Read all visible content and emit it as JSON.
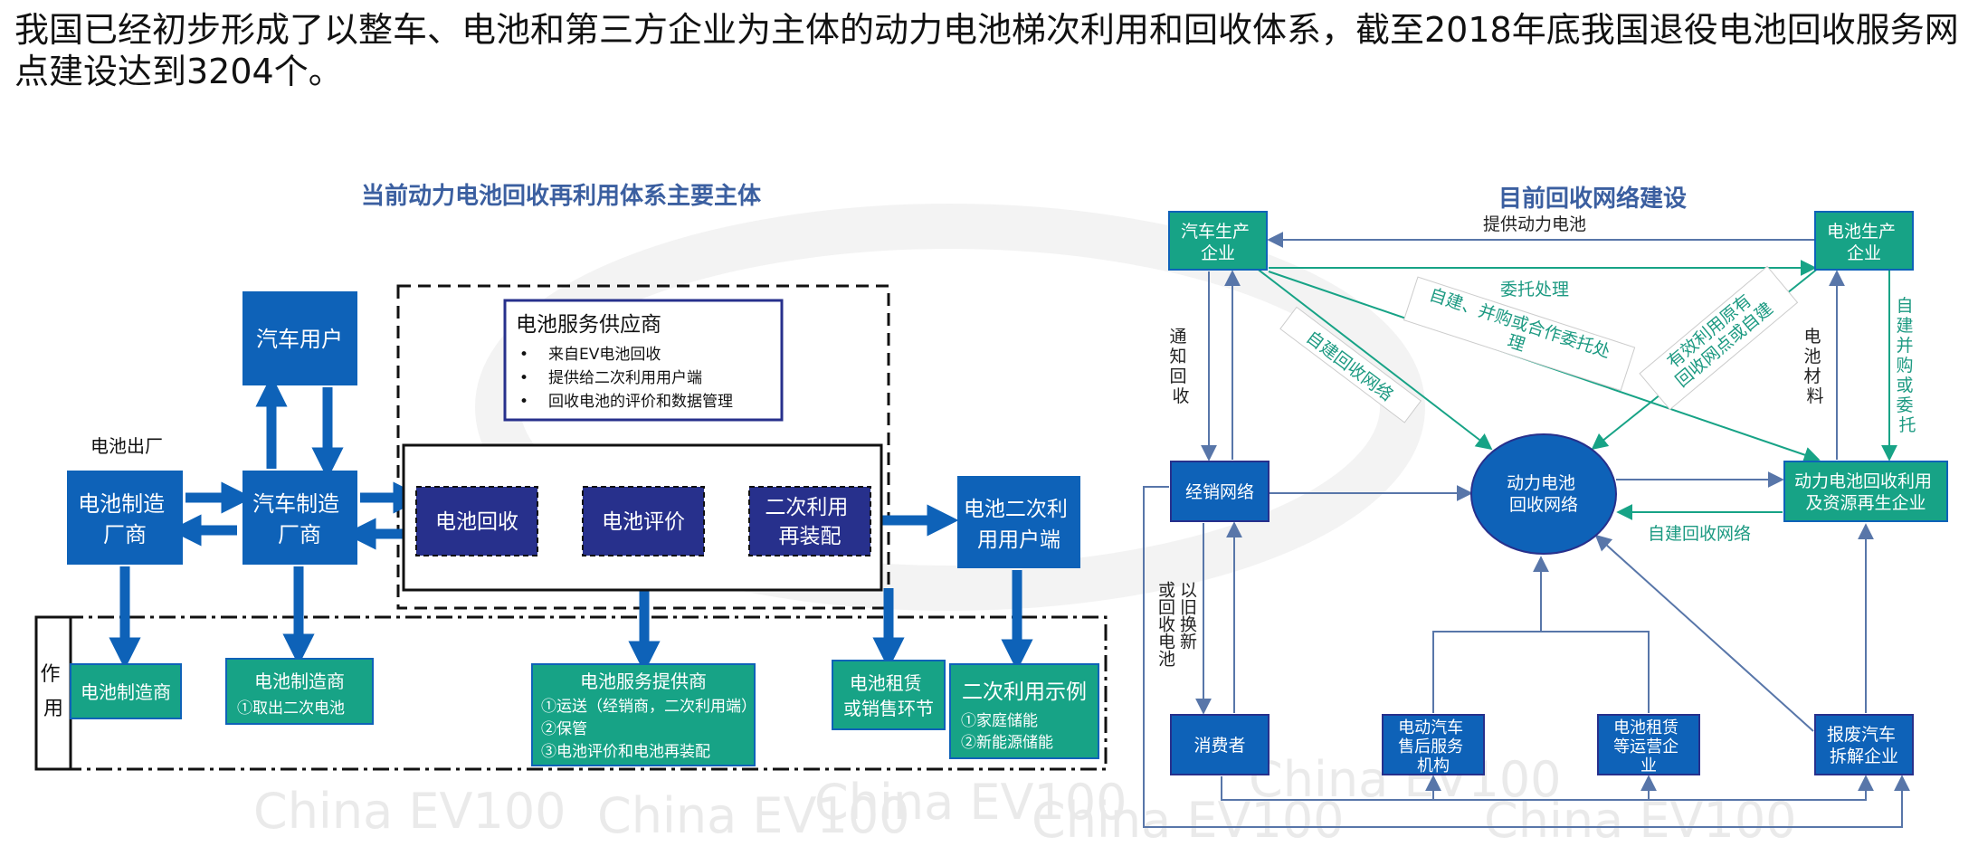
{
  "headline": "我国已经初步形成了以整车、电池和第三方企业为主体的动力电池梯次利用和回收体系，截至2018年底我国退役电池回收服务网点建设达到3204个。",
  "left": {
    "title": "当前动力电池回收再利用体系主要主体",
    "battery_factory_label": "电池出厂",
    "car_user": "汽车用户",
    "battery_maker": [
      "电池制造",
      "厂商"
    ],
    "car_maker": [
      "汽车制造",
      "厂商"
    ],
    "service_provider": {
      "title": "电池服务供应商",
      "items": [
        "来自EV电池回收",
        "提供给二次利用用户端",
        "回收电池的评价和数据管理"
      ]
    },
    "steps": [
      "电池回收",
      "电池评价",
      "二次利用",
      "再装配"
    ],
    "second_use_end": [
      "电池二次利",
      "用用户端"
    ],
    "role_label": [
      "作",
      "用"
    ],
    "role_battery_maker": "电池制造商",
    "role_car_maker": {
      "title": "电池制造商",
      "line": "①取出二次电池"
    },
    "role_service": {
      "title": "电池服务提供商",
      "lines": [
        "①运送（经销商，二次利用端）",
        "②保管",
        "③电池评价和电池再装配"
      ]
    },
    "role_rental": [
      "电池租赁",
      "或销售环节"
    ],
    "role_example": {
      "title": "二次利用示例",
      "lines": [
        "①家庭储能",
        "②新能源储能"
      ]
    }
  },
  "right": {
    "title": "目前回收网络建设",
    "car_producer": [
      "汽车生产",
      "企业"
    ],
    "battery_producer": [
      "电池生产",
      "企业"
    ],
    "dealer": "经销网络",
    "hub": [
      "动力电池",
      "回收网络"
    ],
    "recycler": [
      "动力电池回收利用",
      "及资源再生企业"
    ],
    "consumer": "消费者",
    "ev_service": [
      "电动汽车",
      "售后服务",
      "机构"
    ],
    "rental": [
      "电池租赁",
      "等运营企",
      "业"
    ],
    "scrap": [
      "报废汽车",
      "拆解企业"
    ],
    "labels": {
      "supply_battery": "提供动力电池",
      "entrust": "委托处理",
      "build_merge": [
        "自建、并购或合作委托处",
        "理"
      ],
      "use_existing": [
        "有效利用原有",
        "回收网点或自建"
      ],
      "self_build_1": "自建回收网络",
      "self_build_2": "自建回收网络",
      "notify": [
        "通",
        "知",
        "回",
        "收"
      ],
      "battery_material": [
        "电",
        "池",
        "材",
        "料"
      ],
      "self_build_merge": [
        "自",
        "建",
        "并",
        "购",
        "或",
        "委",
        "托"
      ],
      "trade_in": [
        "以旧换新",
        "或回收电池"
      ]
    }
  },
  "watermarks": [
    "China EV100",
    "China EV100",
    "China EV100",
    "China EV100",
    "China EV100",
    "China EV100"
  ],
  "colors": {
    "blue": "#0e62b8",
    "navy": "#27308c",
    "teal": "#17a386",
    "title": "#3b5fa0",
    "teal_text": "#1d9a82",
    "line_blue": "#5876a9"
  }
}
